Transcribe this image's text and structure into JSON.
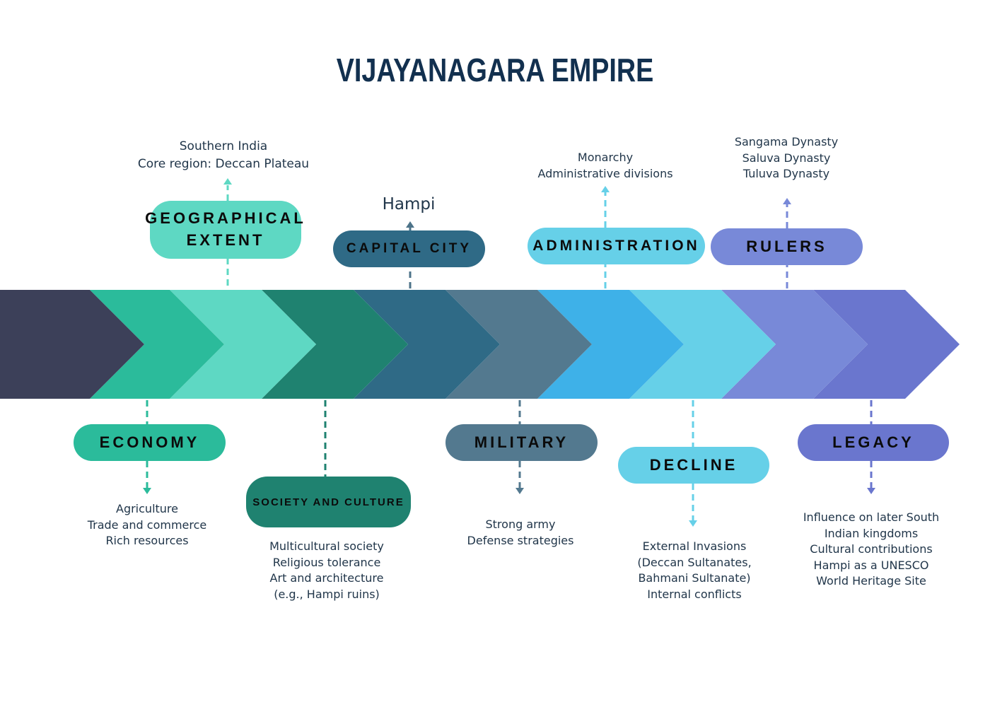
{
  "title": "VIJAYANAGARA EMPIRE",
  "colors": {
    "title": "#12304f",
    "chevrons": [
      "#3c4059",
      "#2bbb9b",
      "#5ed8c3",
      "#1f8270",
      "#2f6a86",
      "#53798f",
      "#3eb1e8",
      "#66d0e8",
      "#7889d8",
      "#6a76ce"
    ]
  },
  "topics": {
    "geographical_extent": {
      "label_lines": [
        "GEOGRAPHICAL",
        "EXTENT"
      ],
      "color": "#5ed8c3",
      "details": [
        "Southern India",
        "Core region: Deccan Plateau"
      ]
    },
    "capital_city": {
      "label_lines": [
        "CAPITAL CITY"
      ],
      "color": "#2f6a86",
      "details": [
        "Hampi"
      ]
    },
    "administration": {
      "label_lines": [
        "ADMINISTRATION"
      ],
      "color": "#66d0e8",
      "details": [
        "Monarchy",
        "Administrative divisions"
      ]
    },
    "rulers": {
      "label_lines": [
        "RULERS"
      ],
      "color": "#7889d8",
      "details": [
        "Sangama Dynasty",
        "Saluva Dynasty",
        "Tuluva Dynasty"
      ]
    },
    "economy": {
      "label_lines": [
        "ECONOMY"
      ],
      "color": "#2bbb9b",
      "details": [
        "Agriculture",
        "Trade and commerce",
        "Rich resources"
      ]
    },
    "society_and_culture": {
      "label_lines": [
        "SOCIETY AND CULTURE"
      ],
      "color": "#1f8270",
      "details": [
        "Multicultural society",
        "Religious tolerance",
        "Art and architecture",
        "(e.g., Hampi ruins)"
      ]
    },
    "military": {
      "label_lines": [
        "MILITARY"
      ],
      "color": "#53798f",
      "details": [
        "Strong army",
        "Defense strategies"
      ]
    },
    "decline": {
      "label_lines": [
        "DECLINE"
      ],
      "color": "#66d0e8",
      "details": [
        "External Invasions",
        "(Deccan Sultanates,",
        "Bahmani Sultanate)",
        "Internal conflicts"
      ]
    },
    "legacy": {
      "label_lines": [
        "LEGACY"
      ],
      "color": "#6a76ce",
      "details": [
        "Influence on later South",
        "Indian kingdoms",
        "Cultural contributions",
        "Hampi as a UNESCO",
        "World Heritage Site"
      ]
    }
  }
}
